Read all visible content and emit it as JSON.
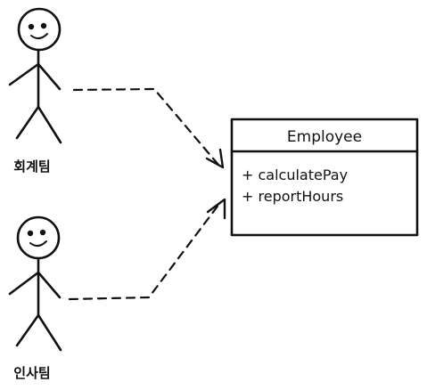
{
  "actors": [
    {
      "label": "회계팀"
    },
    {
      "label": "인사팀"
    }
  ],
  "class": {
    "name": "Employee",
    "methods": [
      "+ calculatePay",
      "+ reportHours"
    ]
  },
  "colors": {
    "ink": "#111111",
    "background": "#ffffff"
  }
}
